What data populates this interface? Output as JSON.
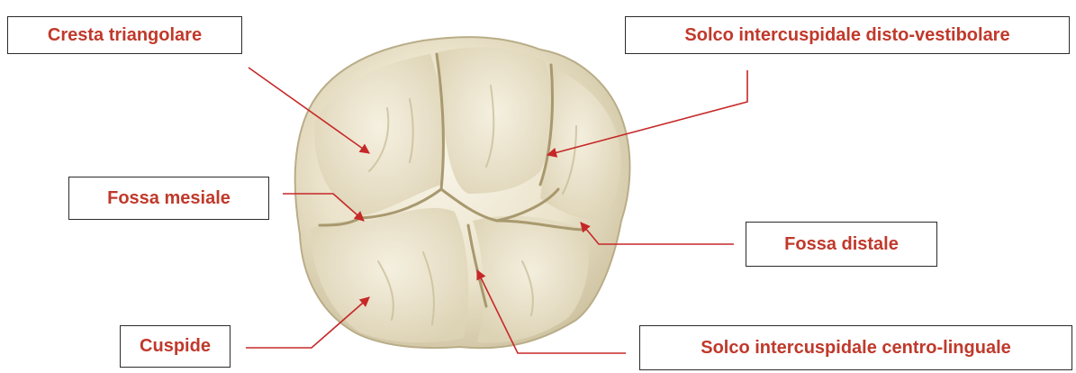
{
  "colors": {
    "label_text": "#c0392b",
    "leader_line": "#c62828",
    "box_border": "#2b2b2b",
    "tooth_fill": "#ece5cf",
    "tooth_shadow": "#c7bb98",
    "groove": "#a8996e"
  },
  "labels": {
    "cresta_triangolare": "Cresta triangolare",
    "solco_disto_vestibolare": "Solco intercuspidale disto-vestibolare",
    "fossa_mesiale": "Fossa mesiale",
    "fossa_distale": "Fossa distale",
    "cuspide": "Cuspide",
    "solco_centro_linguale": "Solco intercuspidale centro-linguale"
  }
}
